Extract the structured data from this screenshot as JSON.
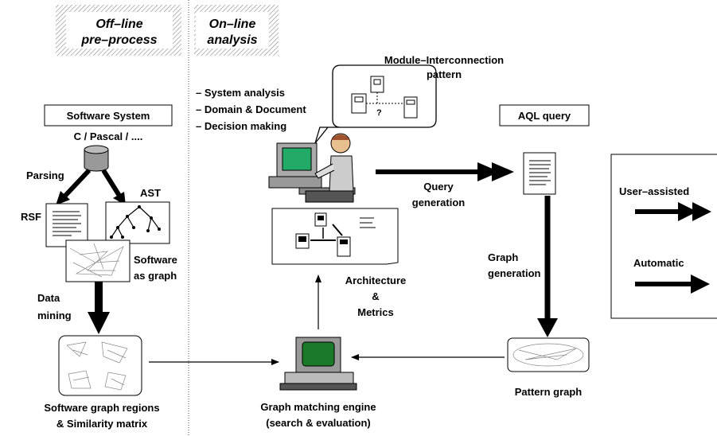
{
  "phases": {
    "offline": "Off–line\npre–process",
    "online": "On–line\nanalysis"
  },
  "software_system": {
    "title": "Software System",
    "languages": "C / Pascal / ....",
    "parsing": "Parsing",
    "rsf": "RSF",
    "ast": "AST",
    "software_as_graph": "Software\nas graph",
    "data_mining": "Data\nmining",
    "regions": "Software graph regions\n& Similarity matrix"
  },
  "analysis": {
    "tasks": [
      "– System analysis",
      "– Domain & Document",
      "– Decision making"
    ],
    "pattern_bubble": "Module–Interconnection\npattern",
    "query_generation": "Query\ngeneration",
    "architecture_metrics": "Architecture\n&\nMetrics",
    "engine": "Graph matching engine\n(search & evaluation)"
  },
  "query": {
    "aql": "AQL query",
    "graph_generation": "Graph\ngeneration",
    "pattern_graph": "Pattern graph"
  },
  "legend": {
    "user_assisted": "User–assisted",
    "automatic": "Automatic"
  }
}
